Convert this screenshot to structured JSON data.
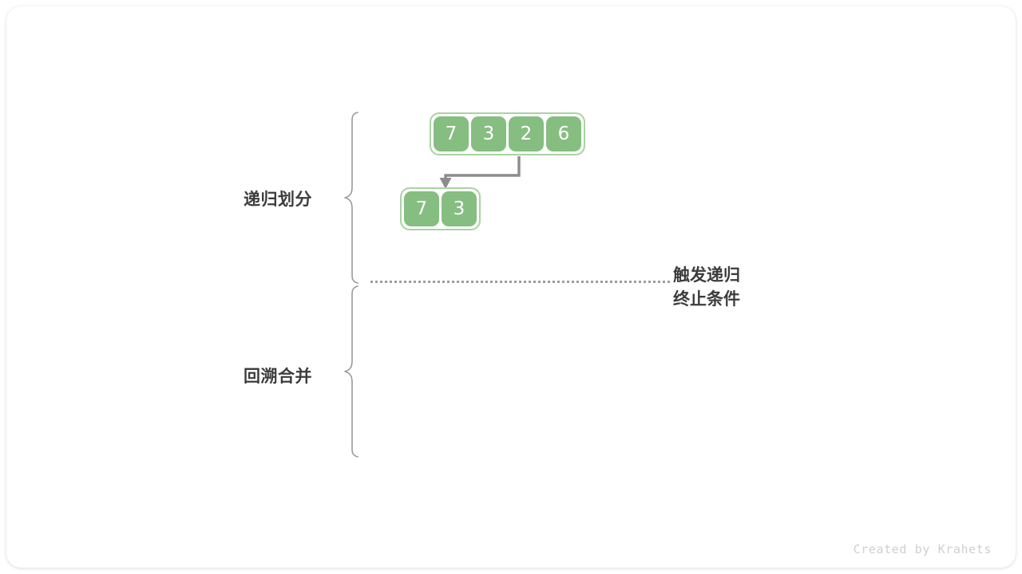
{
  "figure": {
    "title_watermark": "Created by Krahets",
    "colors": {
      "cell_fill": "#86bd80",
      "array_border": "#a9d3a3",
      "arrow": "#8c8c8c",
      "brace": "#9a9a9a",
      "text": "#3c3c3c",
      "dotted_line": "#8c8c8c",
      "watermark": "#d0d0d0",
      "card_background": "#ffffff"
    }
  },
  "sections": [
    {
      "id": "divide",
      "label": "递归划分"
    },
    {
      "id": "merge",
      "label": "回溯合并"
    }
  ],
  "annotation": {
    "line1": "触发递归",
    "line2": "终止条件"
  },
  "arrays": [
    {
      "id": "root-array",
      "name": "root-array",
      "values": [
        "7",
        "3",
        "2",
        "6"
      ]
    },
    {
      "id": "left-subarray",
      "name": "left-subarray",
      "values": [
        "7",
        "3"
      ]
    }
  ],
  "arrow": {
    "name": "split-arrow",
    "direction": "down-left"
  }
}
